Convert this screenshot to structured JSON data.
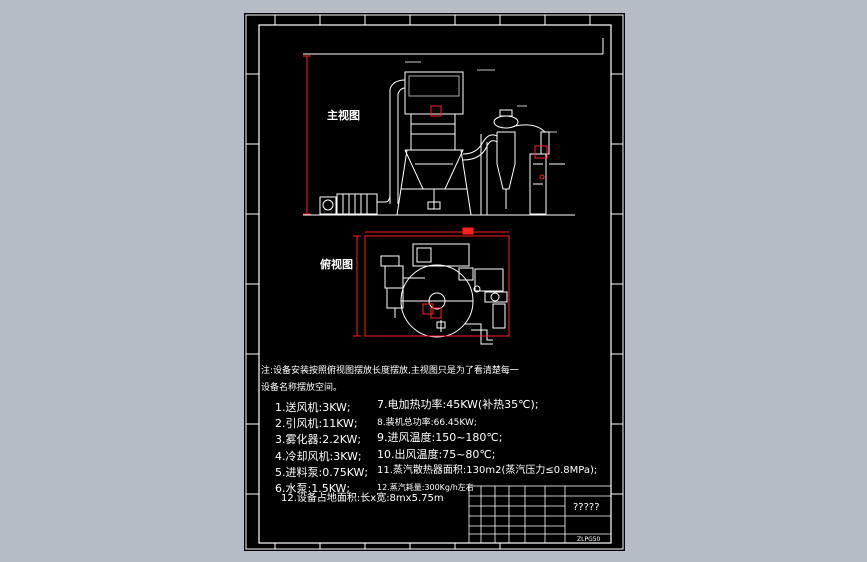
{
  "drawing": {
    "views": {
      "front_view_label": "主视图",
      "top_view_label": "俯视图"
    },
    "notes": {
      "main_note_line1": "注:设备安装按照俯视图摆放长度摆放,主视图只是为了看清楚每一",
      "main_note_line2": "设备名称摆放空间。",
      "left_specs": [
        "1.送风机:3KW;",
        "2.引风机:11KW;",
        "3.雾化器:2.2KW;",
        "4.冷却风机:3KW;",
        "5.进料泵:0.75KW;",
        "6.水泵:1.5KW;"
      ],
      "right_specs": [
        "7.电加热功率:45KW(补热35℃);",
        "8.装机总功率:66.45KW;",
        "9.进风温度:150~180℃;",
        "10.出风温度:75~80℃;",
        "11.蒸汽散热器面积:130m2(蒸汽压力≤0.8MPa);",
        "12.蒸汽耗量:300Kg/h左右"
      ],
      "footer_note": "12.设备占地面积:长x宽:8mx5.75m"
    },
    "title_block": {
      "title": "?????",
      "code": "ZLPG50"
    }
  },
  "colors": {
    "background": "#b5bcc6",
    "sheet": "#000000",
    "line_white": "#ffffff",
    "dimension_red": "#ff2020"
  }
}
